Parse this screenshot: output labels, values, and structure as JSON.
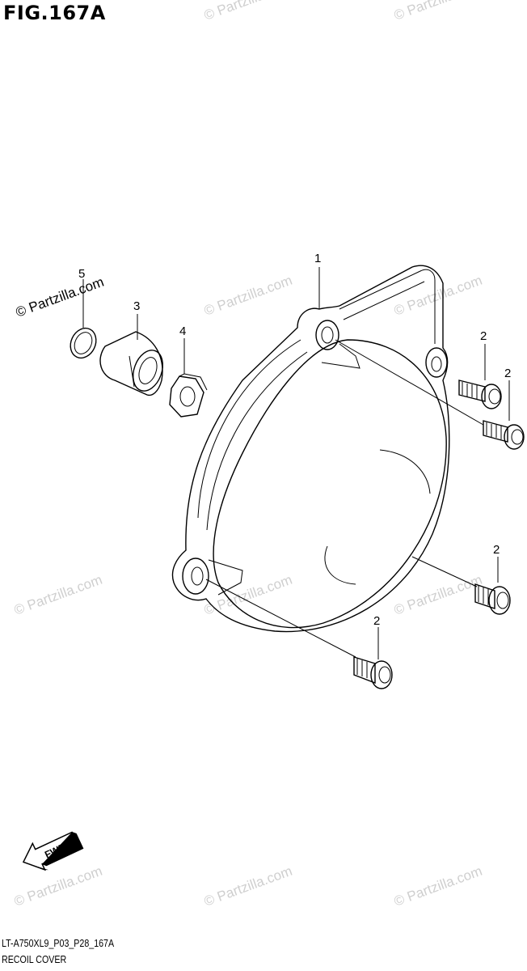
{
  "figure": {
    "title": "FIG.167A",
    "code": "LT-A750XL9_P03_P28_167A",
    "name": "RECOIL COVER"
  },
  "watermark": "© Partzilla.com",
  "callouts": [
    "1",
    "2",
    "2",
    "2",
    "2",
    "3",
    "4",
    "5"
  ],
  "fwd_label": "FWD"
}
